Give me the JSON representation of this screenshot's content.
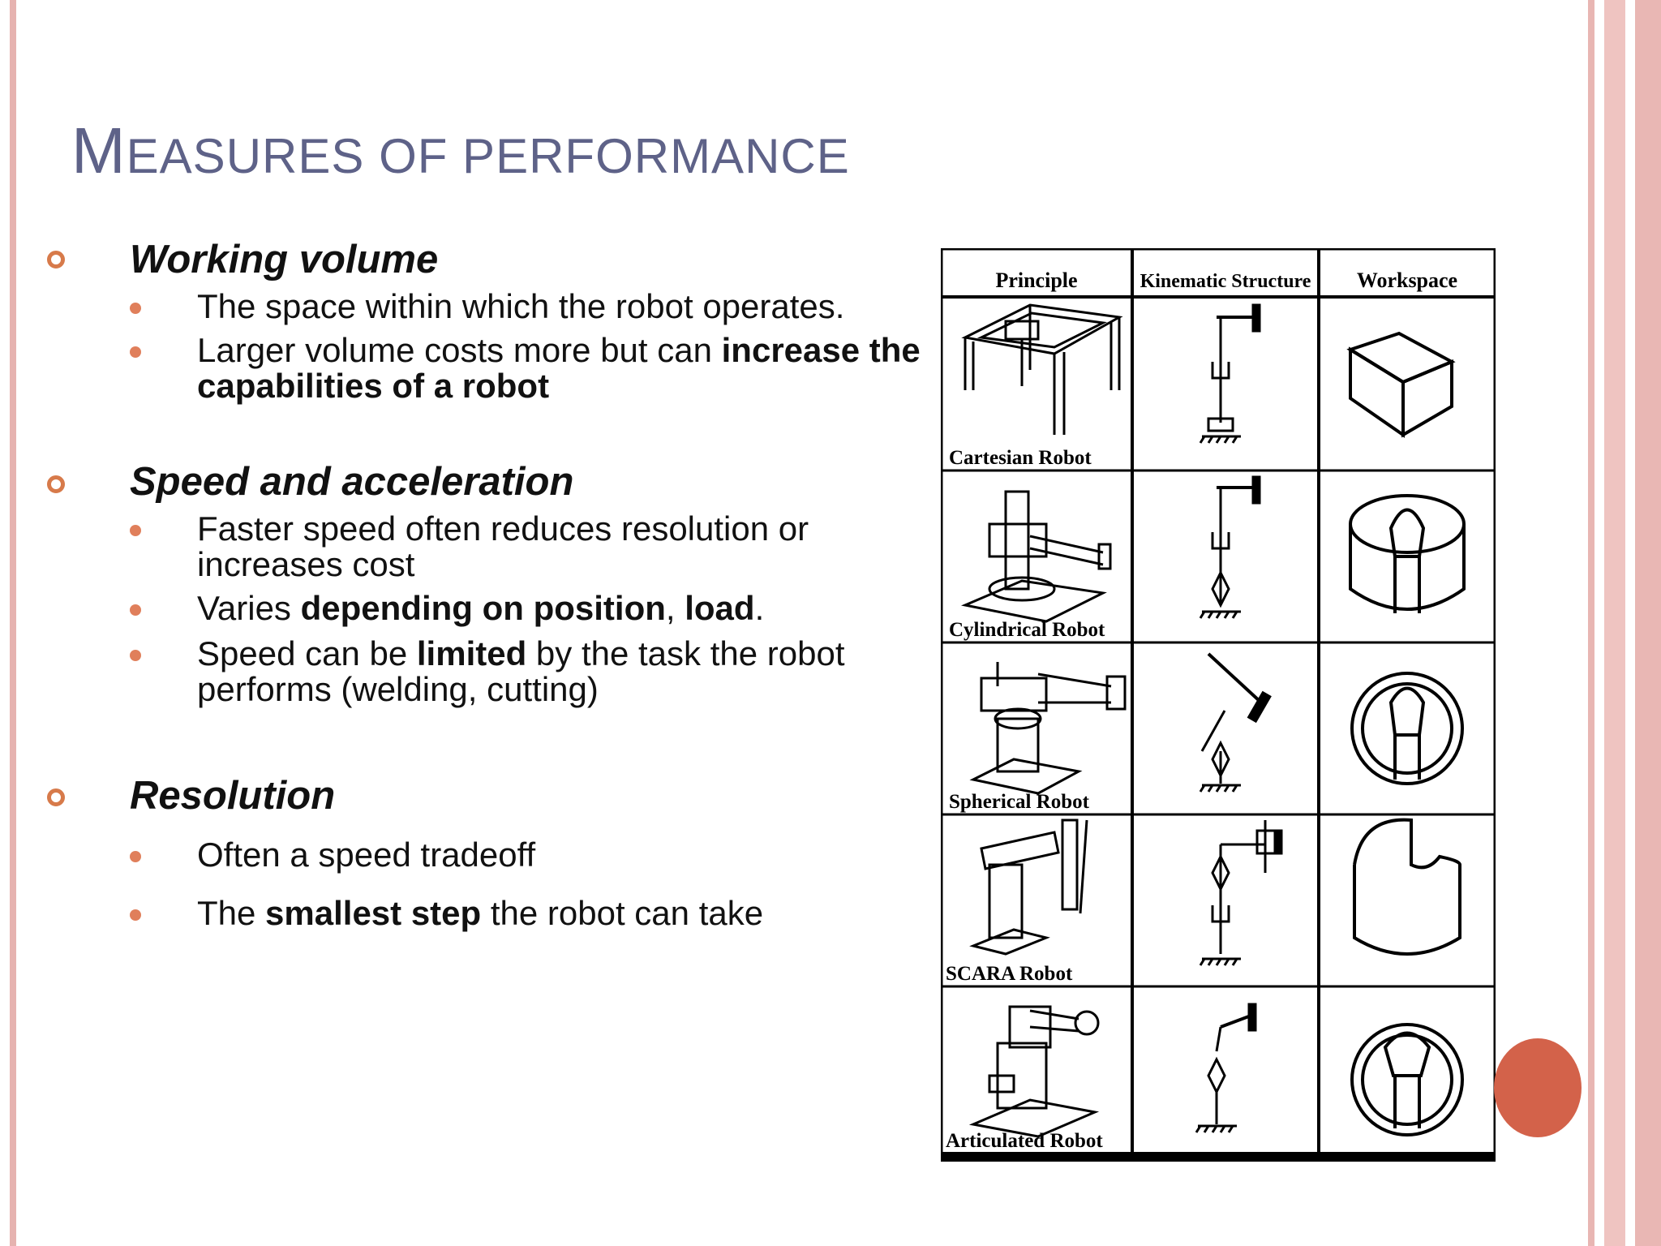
{
  "title": {
    "first": "M",
    "rest": "EASURES OF PERFORMANCE"
  },
  "sections": [
    {
      "heading": "Working volume",
      "items": [
        {
          "parts": [
            {
              "t": "The space within which the robot operates.",
              "b": false
            }
          ]
        },
        {
          "parts": [
            {
              "t": "Larger volume costs more but can ",
              "b": false
            },
            {
              "t": "increase the capabilities of a robot",
              "b": true
            }
          ]
        }
      ]
    },
    {
      "heading": "Speed and acceleration",
      "items": [
        {
          "parts": [
            {
              "t": "Faster speed often reduces resolution or increases cost",
              "b": false
            }
          ]
        },
        {
          "parts": [
            {
              "t": "Varies ",
              "b": false
            },
            {
              "t": "depending on position",
              "b": true
            },
            {
              "t": ", ",
              "b": false
            },
            {
              "t": "load",
              "b": true
            },
            {
              "t": ".",
              "b": false
            }
          ]
        },
        {
          "parts": [
            {
              "t": "Speed can be ",
              "b": false
            },
            {
              "t": "limited",
              "b": true
            },
            {
              "t": " by the task the robot performs (welding, cutting)",
              "b": false
            }
          ]
        }
      ]
    },
    {
      "heading": "Resolution",
      "items": [
        {
          "parts": [
            {
              "t": "Often a speed tradeoff",
              "b": false
            }
          ]
        },
        {
          "parts": [
            {
              "t": "The ",
              "b": false
            },
            {
              "t": "smallest step",
              "b": true
            },
            {
              "t": " the robot can take",
              "b": false
            }
          ]
        }
      ]
    }
  ],
  "figure": {
    "headers": [
      "Principle",
      "Kinematic Structure",
      "Workspace"
    ],
    "rows": [
      "Cartesian Robot",
      "Cylindrical Robot",
      "Spherical Robot",
      "SCARA Robot",
      "Articulated Robot"
    ]
  },
  "colors": {
    "title": "#5e6288",
    "accent": "#d77a4a",
    "bullet": "#e07f5b",
    "circle": "#d3624a"
  }
}
